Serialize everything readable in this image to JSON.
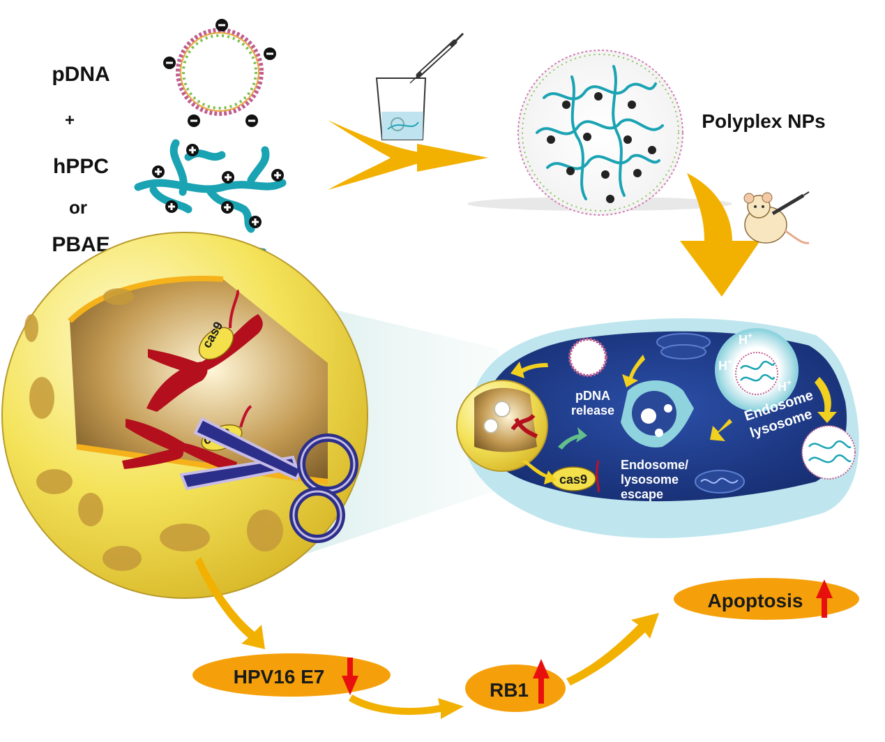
{
  "labels": {
    "pdna": "pDNA",
    "plus": "+",
    "hppc": "hPPC",
    "or": "or",
    "pbae": "PBAE",
    "polyplex": "Polyplex NPs",
    "cas9": "cas9",
    "pdna_release_1": "pDNA",
    "pdna_release_2": "release",
    "escape_1": "Endosome/",
    "escape_2": "lysosome",
    "escape_3": "escape",
    "endolyso_1": "Endosome",
    "endolyso_2": "lysosome",
    "proton": "H",
    "proton_sup": "+"
  },
  "outcomes": {
    "hpv": "HPV16 E7",
    "rb1": "RB1",
    "apoptosis": "Apoptosis"
  },
  "colors": {
    "polymer": "#1aa3b3",
    "arrow": "#f2b000",
    "pill": "#f5a00a",
    "cell": "#1e3a8a",
    "chromosome": "#b30f1c",
    "up_down_arrow": "#e8100e",
    "nucleus": "#f3e04a"
  }
}
